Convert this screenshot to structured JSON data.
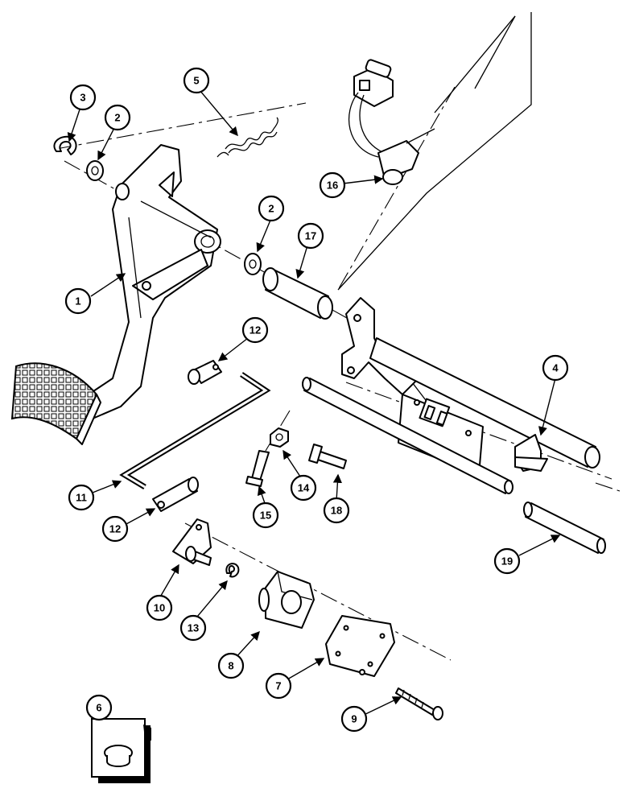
{
  "diagram": {
    "callouts": [
      "1",
      "2",
      "2",
      "3",
      "4",
      "5",
      "6",
      "7",
      "8",
      "9",
      "10",
      "11",
      "12",
      "12",
      "13",
      "14",
      "15",
      "16",
      "17",
      "18",
      "19"
    ]
  },
  "colors": {
    "ink": "#000000",
    "paper": "#ffffff"
  }
}
